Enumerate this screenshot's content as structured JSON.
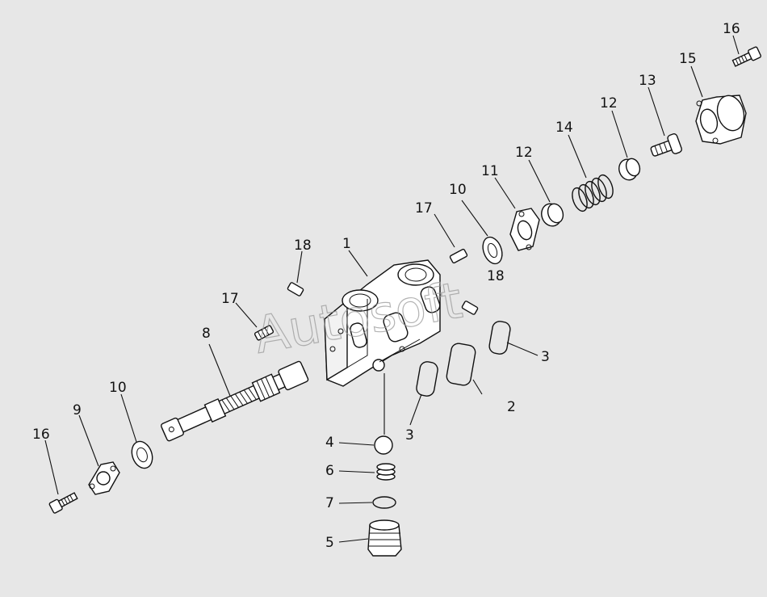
{
  "watermark": "Autosoft",
  "callouts": {
    "c1": "1",
    "c2": "2",
    "c3a": "3",
    "c3b": "3",
    "c4": "4",
    "c5": "5",
    "c6": "6",
    "c7": "7",
    "c8": "8",
    "c9": "9",
    "c10a": "10",
    "c10b": "10",
    "c11": "11",
    "c12a": "12",
    "c12b": "12",
    "c13": "13",
    "c14": "14",
    "c15": "15",
    "c16a": "16",
    "c16b": "16",
    "c17a": "17",
    "c17b": "17",
    "c18a": "18",
    "c18b": "18"
  }
}
